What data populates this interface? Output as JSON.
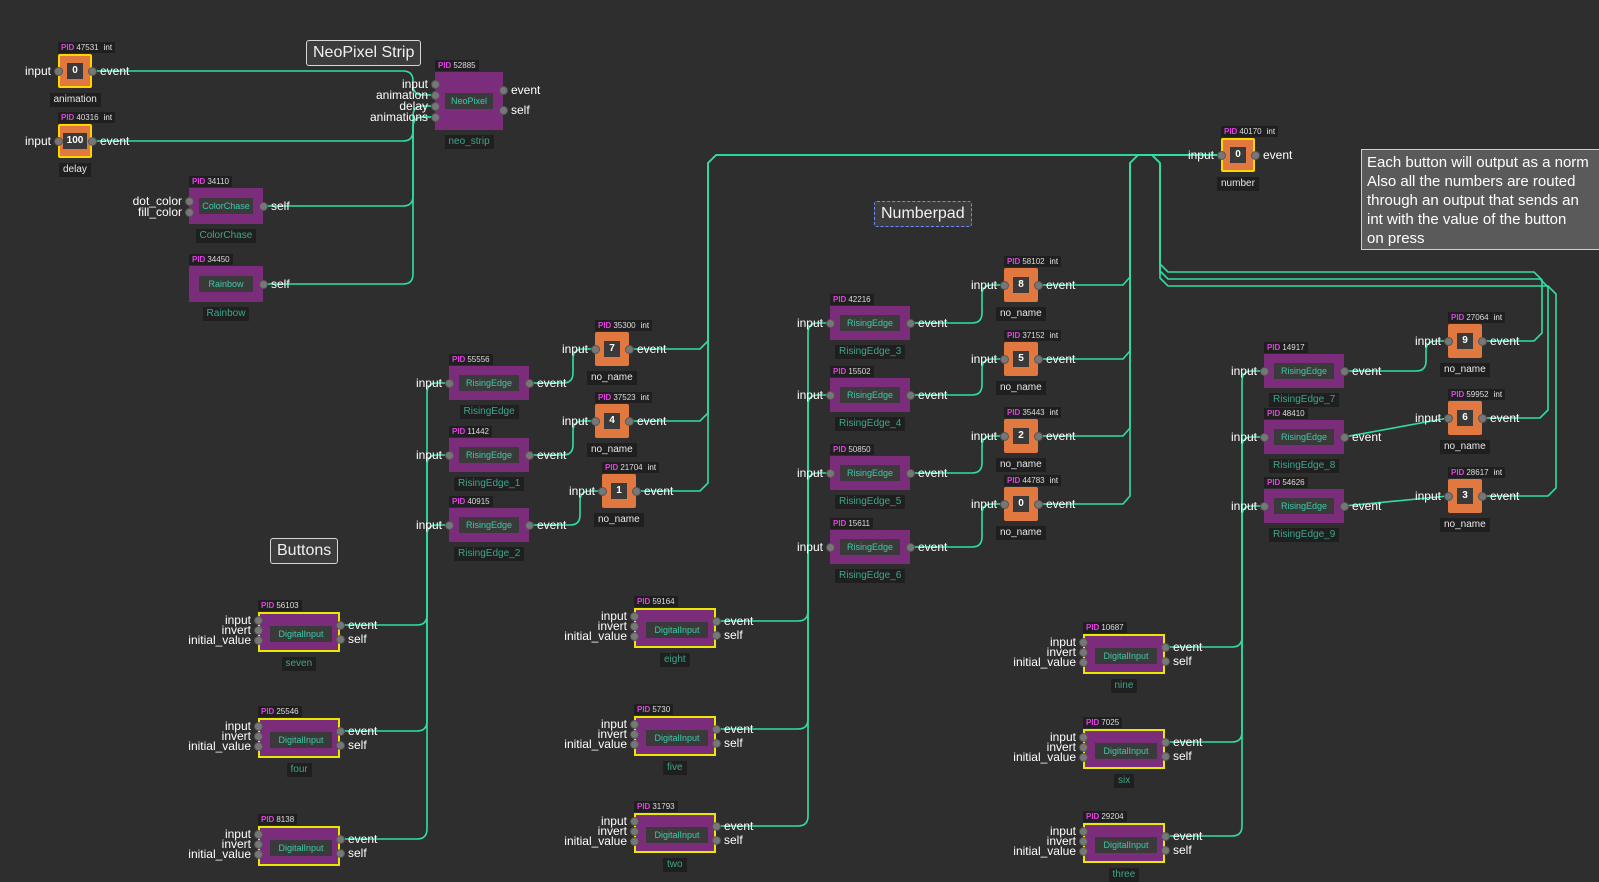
{
  "canvas": {
    "background": "#2e2e2e",
    "wire_color": "#2ee0a0"
  },
  "groups": [
    {
      "id": "g_neopixel",
      "label": "NeoPixel Strip"
    },
    {
      "id": "g_numberpad",
      "label": "Numberpad",
      "selected": true
    },
    {
      "id": "g_buttons",
      "label": "Buttons"
    }
  ],
  "comment": {
    "lines": [
      "Each button will output as a norm",
      "Also all the numbers are routed",
      "through an output that sends an",
      "int with the value of the button",
      "on press"
    ]
  },
  "nodes": [
    {
      "id": "n47531",
      "kind": "value",
      "pid": "47531",
      "tag": "int",
      "value": "0",
      "footer": "animation",
      "ins": [
        "input"
      ],
      "outs": [
        "event"
      ]
    },
    {
      "id": "n40316",
      "kind": "value",
      "pid": "40316",
      "tag": "int",
      "value": "100",
      "footer": "delay",
      "ins": [
        "input"
      ],
      "outs": [
        "event"
      ]
    },
    {
      "id": "n52885",
      "kind": "module",
      "pid": "52885",
      "type": "NeoPixel",
      "footer": "neo_strip",
      "ins": [
        "input",
        "animation",
        "delay",
        "animations"
      ],
      "outs": [
        "event",
        "self"
      ]
    },
    {
      "id": "n34110",
      "kind": "module",
      "pid": "34110",
      "type": "ColorChase",
      "footer": "ColorChase",
      "ins": [
        "dot_color",
        "fill_color"
      ],
      "outs": [
        "self"
      ]
    },
    {
      "id": "n34450",
      "kind": "module",
      "pid": "34450",
      "type": "Rainbow",
      "footer": "Rainbow",
      "ins": [],
      "outs": [
        "self"
      ]
    },
    {
      "id": "n40170",
      "kind": "value",
      "pid": "40170",
      "tag": "int",
      "value": "0",
      "footer": "number",
      "ins": [
        "input"
      ],
      "outs": [
        "event"
      ]
    },
    {
      "id": "n55556",
      "kind": "module",
      "pid": "55556",
      "type": "RisingEdge",
      "footer": "RisingEdge",
      "ins": [
        "input"
      ],
      "outs": [
        "event"
      ]
    },
    {
      "id": "n11442",
      "kind": "module",
      "pid": "11442",
      "type": "RisingEdge",
      "footer": "RisingEdge_1",
      "ins": [
        "input"
      ],
      "outs": [
        "event"
      ]
    },
    {
      "id": "n40915",
      "kind": "module",
      "pid": "40915",
      "type": "RisingEdge",
      "footer": "RisingEdge_2",
      "ins": [
        "input"
      ],
      "outs": [
        "event"
      ]
    },
    {
      "id": "n35300",
      "kind": "value",
      "pid": "35300",
      "tag": "int",
      "value": "7",
      "footer": "no_name",
      "ins": [
        "input"
      ],
      "outs": [
        "event"
      ]
    },
    {
      "id": "n37523",
      "kind": "value",
      "pid": "37523",
      "tag": "int",
      "value": "4",
      "footer": "no_name",
      "ins": [
        "input"
      ],
      "outs": [
        "event"
      ]
    },
    {
      "id": "n21704",
      "kind": "value",
      "pid": "21704",
      "tag": "int",
      "value": "1",
      "footer": "no_name",
      "ins": [
        "input"
      ],
      "outs": [
        "event"
      ]
    },
    {
      "id": "n42216",
      "kind": "module",
      "pid": "42216",
      "type": "RisingEdge",
      "footer": "RisingEdge_3",
      "ins": [
        "input"
      ],
      "outs": [
        "event"
      ]
    },
    {
      "id": "n15502",
      "kind": "module",
      "pid": "15502",
      "type": "RisingEdge",
      "footer": "RisingEdge_4",
      "ins": [
        "input"
      ],
      "outs": [
        "event"
      ]
    },
    {
      "id": "n50850",
      "kind": "module",
      "pid": "50850",
      "type": "RisingEdge",
      "footer": "RisingEdge_5",
      "ins": [
        "input"
      ],
      "outs": [
        "event"
      ]
    },
    {
      "id": "n15611",
      "kind": "module",
      "pid": "15611",
      "type": "RisingEdge",
      "footer": "RisingEdge_6",
      "ins": [
        "input"
      ],
      "outs": [
        "event"
      ]
    },
    {
      "id": "n58102",
      "kind": "value",
      "pid": "58102",
      "tag": "int",
      "value": "8",
      "footer": "no_name",
      "ins": [
        "input"
      ],
      "outs": [
        "event"
      ]
    },
    {
      "id": "n37152",
      "kind": "value",
      "pid": "37152",
      "tag": "int",
      "value": "5",
      "footer": "no_name",
      "ins": [
        "input"
      ],
      "outs": [
        "event"
      ]
    },
    {
      "id": "n35443",
      "kind": "value",
      "pid": "35443",
      "tag": "int",
      "value": "2",
      "footer": "no_name",
      "ins": [
        "input"
      ],
      "outs": [
        "event"
      ]
    },
    {
      "id": "n44783",
      "kind": "value",
      "pid": "44783",
      "tag": "int",
      "value": "0",
      "footer": "no_name",
      "ins": [
        "input"
      ],
      "outs": [
        "event"
      ]
    },
    {
      "id": "n14917",
      "kind": "module",
      "pid": "14917",
      "type": "RisingEdge",
      "footer": "RisingEdge_7",
      "ins": [
        "input"
      ],
      "outs": [
        "event"
      ]
    },
    {
      "id": "n48410",
      "kind": "module",
      "pid": "48410",
      "type": "RisingEdge",
      "footer": "RisingEdge_8",
      "ins": [
        "input"
      ],
      "outs": [
        "event"
      ]
    },
    {
      "id": "n54626",
      "kind": "module",
      "pid": "54626",
      "type": "RisingEdge",
      "footer": "RisingEdge_9",
      "ins": [
        "input"
      ],
      "outs": [
        "event"
      ]
    },
    {
      "id": "n27064",
      "kind": "value",
      "pid": "27064",
      "tag": "int",
      "value": "9",
      "footer": "no_name",
      "ins": [
        "input"
      ],
      "outs": [
        "event"
      ]
    },
    {
      "id": "n59952",
      "kind": "value",
      "pid": "59952",
      "tag": "int",
      "value": "6",
      "footer": "no_name",
      "ins": [
        "input"
      ],
      "outs": [
        "event"
      ]
    },
    {
      "id": "n28617",
      "kind": "value",
      "pid": "28617",
      "tag": "int",
      "value": "3",
      "footer": "no_name",
      "ins": [
        "input"
      ],
      "outs": [
        "event"
      ]
    },
    {
      "id": "n56103",
      "kind": "module",
      "pid": "56103",
      "type": "DigitalInput",
      "footer": "seven",
      "ins": [
        "input",
        "invert",
        "initial_value"
      ],
      "outs": [
        "event",
        "self"
      ]
    },
    {
      "id": "n25546",
      "kind": "module",
      "pid": "25546",
      "type": "DigitalInput",
      "footer": "four",
      "ins": [
        "input",
        "invert",
        "initial_value"
      ],
      "outs": [
        "event",
        "self"
      ]
    },
    {
      "id": "n8138",
      "kind": "module",
      "pid": "8138",
      "type": "DigitalInput",
      "footer": "",
      "ins": [
        "input",
        "invert",
        "initial_value"
      ],
      "outs": [
        "event",
        "self"
      ]
    },
    {
      "id": "n59164",
      "kind": "module",
      "pid": "59164",
      "type": "DigitalInput",
      "footer": "eight",
      "ins": [
        "input",
        "invert",
        "initial_value"
      ],
      "outs": [
        "event",
        "self"
      ]
    },
    {
      "id": "n5730",
      "kind": "module",
      "pid": "5730",
      "type": "DigitalInput",
      "footer": "five",
      "ins": [
        "input",
        "invert",
        "initial_value"
      ],
      "outs": [
        "event",
        "self"
      ]
    },
    {
      "id": "n31793",
      "kind": "module",
      "pid": "31793",
      "type": "DigitalInput",
      "footer": "two",
      "ins": [
        "input",
        "invert",
        "initial_value"
      ],
      "outs": [
        "event",
        "self"
      ]
    },
    {
      "id": "n10687",
      "kind": "module",
      "pid": "10687",
      "type": "DigitalInput",
      "footer": "nine",
      "ins": [
        "input",
        "invert",
        "initial_value"
      ],
      "outs": [
        "event",
        "self"
      ]
    },
    {
      "id": "n7025",
      "kind": "module",
      "pid": "7025",
      "type": "DigitalInput",
      "footer": "six",
      "ins": [
        "input",
        "invert",
        "initial_value"
      ],
      "outs": [
        "event",
        "self"
      ]
    },
    {
      "id": "n29204",
      "kind": "module",
      "pid": "29204",
      "type": "DigitalInput",
      "footer": "three",
      "ins": [
        "input",
        "invert",
        "initial_value"
      ],
      "outs": [
        "event",
        "self"
      ]
    }
  ]
}
